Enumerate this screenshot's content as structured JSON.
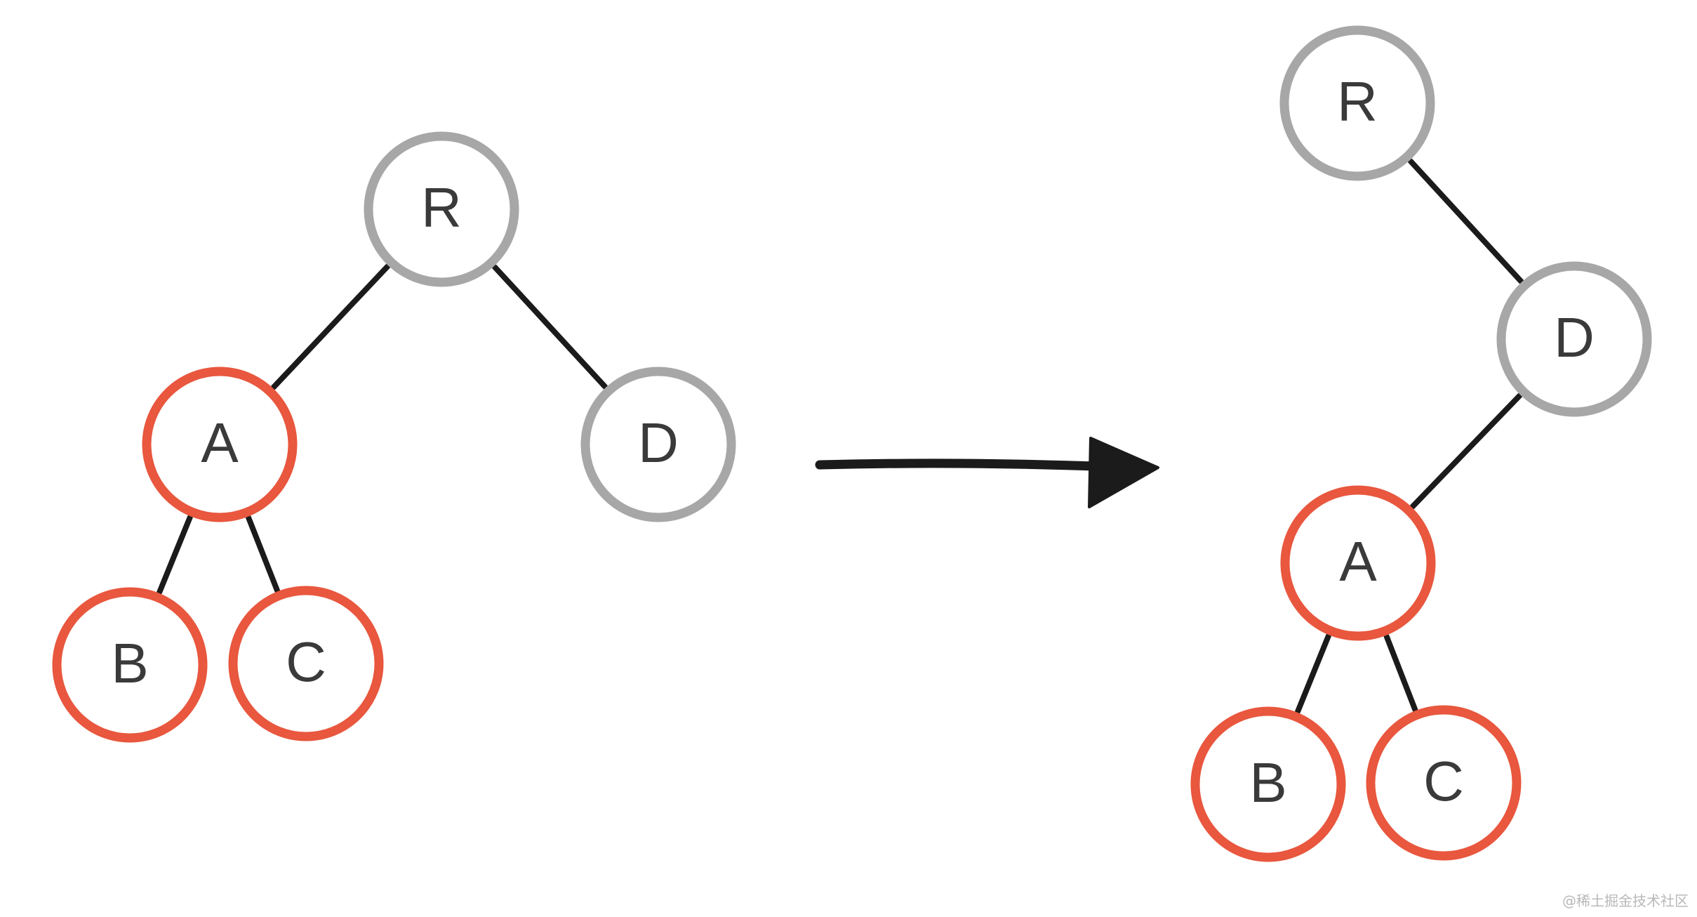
{
  "colors": {
    "grey_node": "#a7a7a7",
    "red_node": "#e8573e",
    "edge": "#1b1b1b",
    "label": "#3a3a3a"
  },
  "before_tree": {
    "nodes": [
      {
        "id": "R",
        "label": "R",
        "color": "grey"
      },
      {
        "id": "A",
        "label": "A",
        "color": "red"
      },
      {
        "id": "D",
        "label": "D",
        "color": "grey"
      },
      {
        "id": "B",
        "label": "B",
        "color": "red"
      },
      {
        "id": "C",
        "label": "C",
        "color": "red"
      }
    ],
    "edges": [
      [
        "R",
        "A"
      ],
      [
        "R",
        "D"
      ],
      [
        "A",
        "B"
      ],
      [
        "A",
        "C"
      ]
    ]
  },
  "after_tree": {
    "nodes": [
      {
        "id": "R",
        "label": "R",
        "color": "grey"
      },
      {
        "id": "D",
        "label": "D",
        "color": "grey"
      },
      {
        "id": "A",
        "label": "A",
        "color": "red"
      },
      {
        "id": "B",
        "label": "B",
        "color": "red"
      },
      {
        "id": "C",
        "label": "C",
        "color": "red"
      }
    ],
    "edges": [
      [
        "R",
        "D"
      ],
      [
        "D",
        "A"
      ],
      [
        "A",
        "B"
      ],
      [
        "A",
        "C"
      ]
    ]
  },
  "arrow_icon": "right-arrow-icon",
  "watermark": "@稀土掘金技术社区"
}
